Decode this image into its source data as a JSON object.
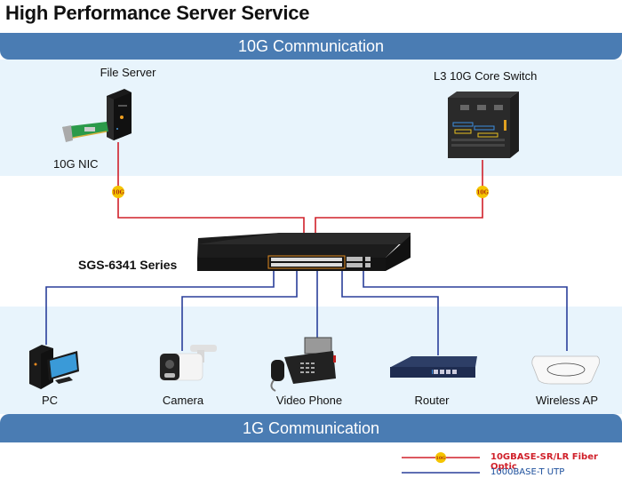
{
  "title": "High Performance Server Service",
  "bands": {
    "top": "10G Communication",
    "bottom": "1G Communication"
  },
  "devices": {
    "file_server": "File Server",
    "nic": "10G NIC",
    "core_switch": "L3 10G Core Switch",
    "main_switch": "SGS-6341 Series",
    "pc": "PC",
    "camera": "Camera",
    "video_phone": "Video Phone",
    "router": "Router",
    "wireless_ap": "Wireless AP"
  },
  "badges": {
    "fiber": "10G"
  },
  "legend": {
    "fiber": "10GBASE-SR/LR Fiber Optic",
    "utp": "1000BASE-T UTP"
  },
  "colors": {
    "band": "#4a7cb3",
    "zone": "#e8f4fc",
    "fiber_line": "#d0202a",
    "utp_line": "#2a3f9a",
    "badge": "#f5c400"
  }
}
